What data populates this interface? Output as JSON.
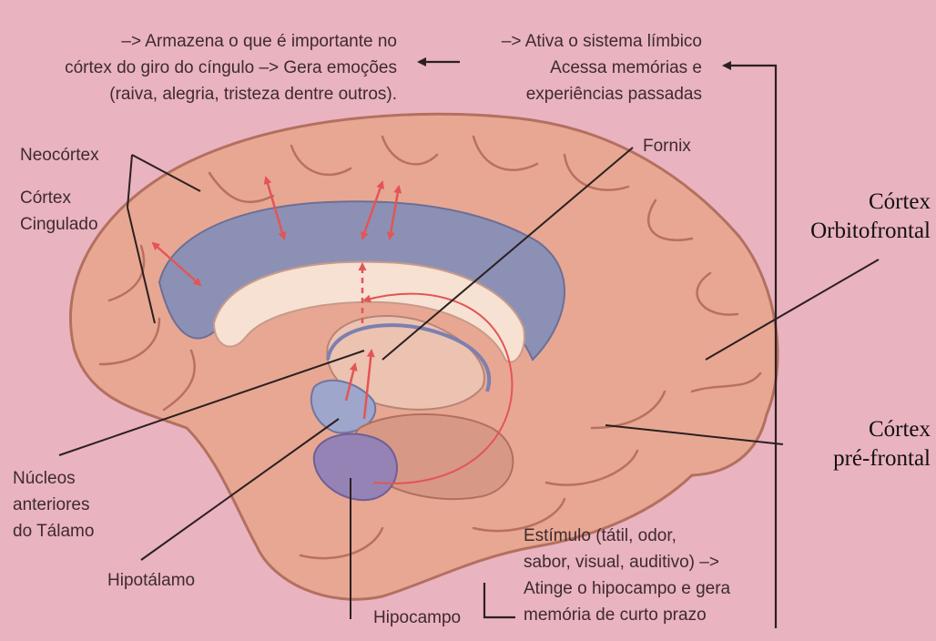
{
  "colors": {
    "background": "#e9b3c0",
    "brain_outer": "#e8a793",
    "cingulate": "#8c90b5",
    "corpus_callosum": "#f6e1d3",
    "arrows": "#e35555",
    "hippocampus": "#9583b6",
    "lines": "#2b2020"
  },
  "notes": {
    "top_left": [
      "–> Armazena o que é importante no",
      "córtex do giro do cíngulo –> Gera emoções",
      "(raiva, alegria, tristeza dentre outros)."
    ],
    "top_right": [
      "–> Ativa o sistema límbico",
      "Acessa memórias e",
      "experiências passadas"
    ],
    "stimulus": [
      "Estímulo (tátil, odor,",
      "sabor, visual, auditivo) –>",
      "Atinge o hipocampo e gera",
      "memória de curto prazo"
    ]
  },
  "labels": {
    "neocortex": "Neocórtex",
    "cingulate": [
      "Córtex",
      "Cingulado"
    ],
    "fornix": "Fornix",
    "orbitofrontal": [
      "Córtex",
      "Orbitofrontal"
    ],
    "prefrontal": [
      "Córtex",
      "pré-frontal"
    ],
    "thalamus_nuclei": [
      "Núcleos",
      "anteriores",
      "do Tálamo"
    ],
    "hypothalamus": "Hipotálamo",
    "hippocampus": "Hipocampo"
  }
}
